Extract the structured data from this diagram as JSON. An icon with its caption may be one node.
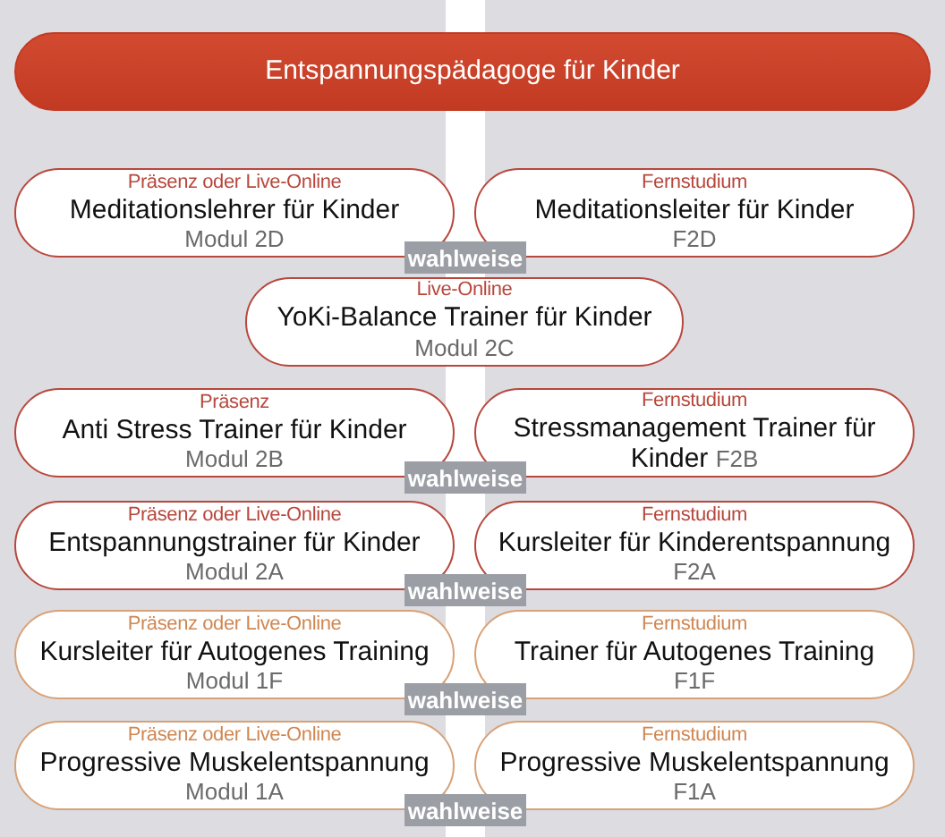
{
  "diagram": {
    "nodes": [
      {
        "text": [
          "Entspannungspädagoge für Kinder"
        ]
      },
      {
        "text": [
          "Präsenz oder Live-Online",
          "Meditationslehrer für Kinder",
          "Modul 2D"
        ]
      },
      {
        "text": [
          "Fernstudium",
          "Meditationsleiter für Kinder",
          "F2D"
        ]
      },
      {
        "text": [
          "Live-Online",
          "YoKi-Balance Trainer für Kinder",
          "Modul 2C"
        ]
      },
      {
        "text": [
          "Präsenz",
          "Anti Stress Trainer für Kinder",
          "Modul 2B"
        ]
      },
      {
        "text": [
          "Fernstudium",
          "Stressmanagement Trainer für Kinder",
          "F2B"
        ]
      },
      {
        "text": [
          "Präsenz oder Live-Online",
          "Entspannungstrainer für Kinder",
          "Modul 2A"
        ]
      },
      {
        "text": [
          "Fernstudium",
          "Kursleiter für Kinderentspannung",
          "F2A"
        ]
      },
      {
        "text": [
          "Präsenz oder Live-Online",
          "Kursleiter für Autogenes Training",
          "Modul 1F"
        ]
      },
      {
        "text": [
          "Fernstudium",
          "Trainer für Autogenes Training",
          "F1F"
        ]
      },
      {
        "text": [
          "Präsenz oder Live-Online",
          "Progressive Muskelentspannung",
          "Modul 1A"
        ]
      },
      {
        "text": [
          "Fernstudium",
          "Progressive Muskelentspannung",
          "F1A"
        ]
      }
    ],
    "labels": [
      "wahlweise",
      "wahlweise",
      "wahlweise",
      "wahlweise",
      "wahlweise"
    ]
  }
}
